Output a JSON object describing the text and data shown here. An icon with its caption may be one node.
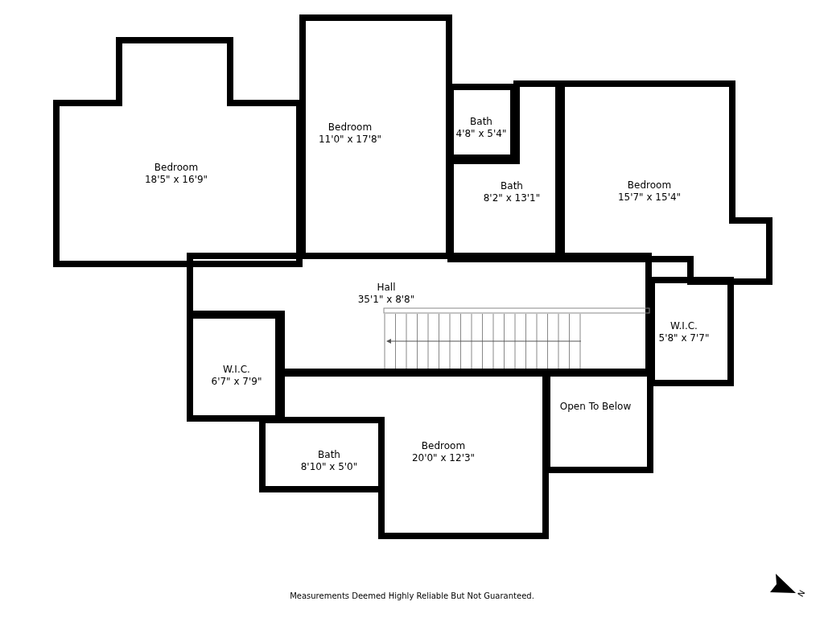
{
  "diagram": {
    "nodes": [
      {
        "text": [
          "Bath",
          "4'8\" x 5'4\""
        ]
      },
      {
        "text": [
          "Bedroom",
          "11'0\" x 17'8\""
        ]
      },
      {
        "text": [
          "Bedroom",
          "18'5\" x 16'9\""
        ]
      },
      {
        "text": [
          "Bedroom",
          "15'7\" x 15'4\""
        ]
      },
      {
        "text": [
          "Bath",
          "8'2\" x 13'1\""
        ]
      },
      {
        "text": [
          "Hall",
          "35'1\" x 8'8\""
        ]
      },
      {
        "text": [
          "W.I.C.",
          "5'8\" x 7'7\""
        ]
      },
      {
        "text": [
          "W.I.C.",
          "6'7\" x 7'9\""
        ]
      },
      {
        "text": [
          "Open To Below"
        ]
      },
      {
        "text": [
          "Bedroom",
          "20'0\" x 12'3\""
        ]
      },
      {
        "text": [
          "Bath",
          "8'10\" x 5'0\""
        ]
      }
    ],
    "labels": [
      "Measurements Deemed Highly Reliable But Not Guaranteed.",
      "N"
    ]
  }
}
